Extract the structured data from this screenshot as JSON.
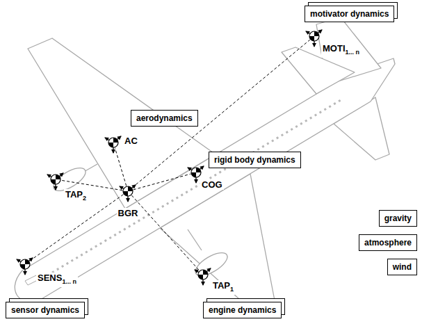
{
  "diagram": {
    "nodes": [
      {
        "text": [
          "motivator dynamics"
        ]
      },
      {
        "text": [
          "MOTI",
          "1... n"
        ]
      },
      {
        "text": [
          "aerodynamics"
        ]
      },
      {
        "text": [
          "AC"
        ]
      },
      {
        "text": [
          "rigid body dynamics"
        ]
      },
      {
        "text": [
          "TAP",
          "2"
        ]
      },
      {
        "text": [
          "COG"
        ]
      },
      {
        "text": [
          "BGR"
        ]
      },
      {
        "text": [
          "gravity"
        ]
      },
      {
        "text": [
          "atmosphere"
        ]
      },
      {
        "text": [
          "wind"
        ]
      },
      {
        "text": [
          "SENS",
          "1... n"
        ]
      },
      {
        "text": [
          "TAP",
          "1"
        ]
      },
      {
        "text": [
          "sensor dynamics"
        ]
      },
      {
        "text": [
          "engine dynamics"
        ]
      }
    ],
    "edges": [
      {
        "from": 7,
        "to": 1,
        "arrow": "none"
      },
      {
        "from": 7,
        "to": 3,
        "arrow": "none"
      },
      {
        "from": 7,
        "to": 6,
        "arrow": "none"
      },
      {
        "from": 7,
        "to": 5,
        "arrow": "none"
      },
      {
        "from": 7,
        "to": 11,
        "arrow": "none"
      },
      {
        "from": 7,
        "to": 12,
        "arrow": "none"
      }
    ]
  }
}
